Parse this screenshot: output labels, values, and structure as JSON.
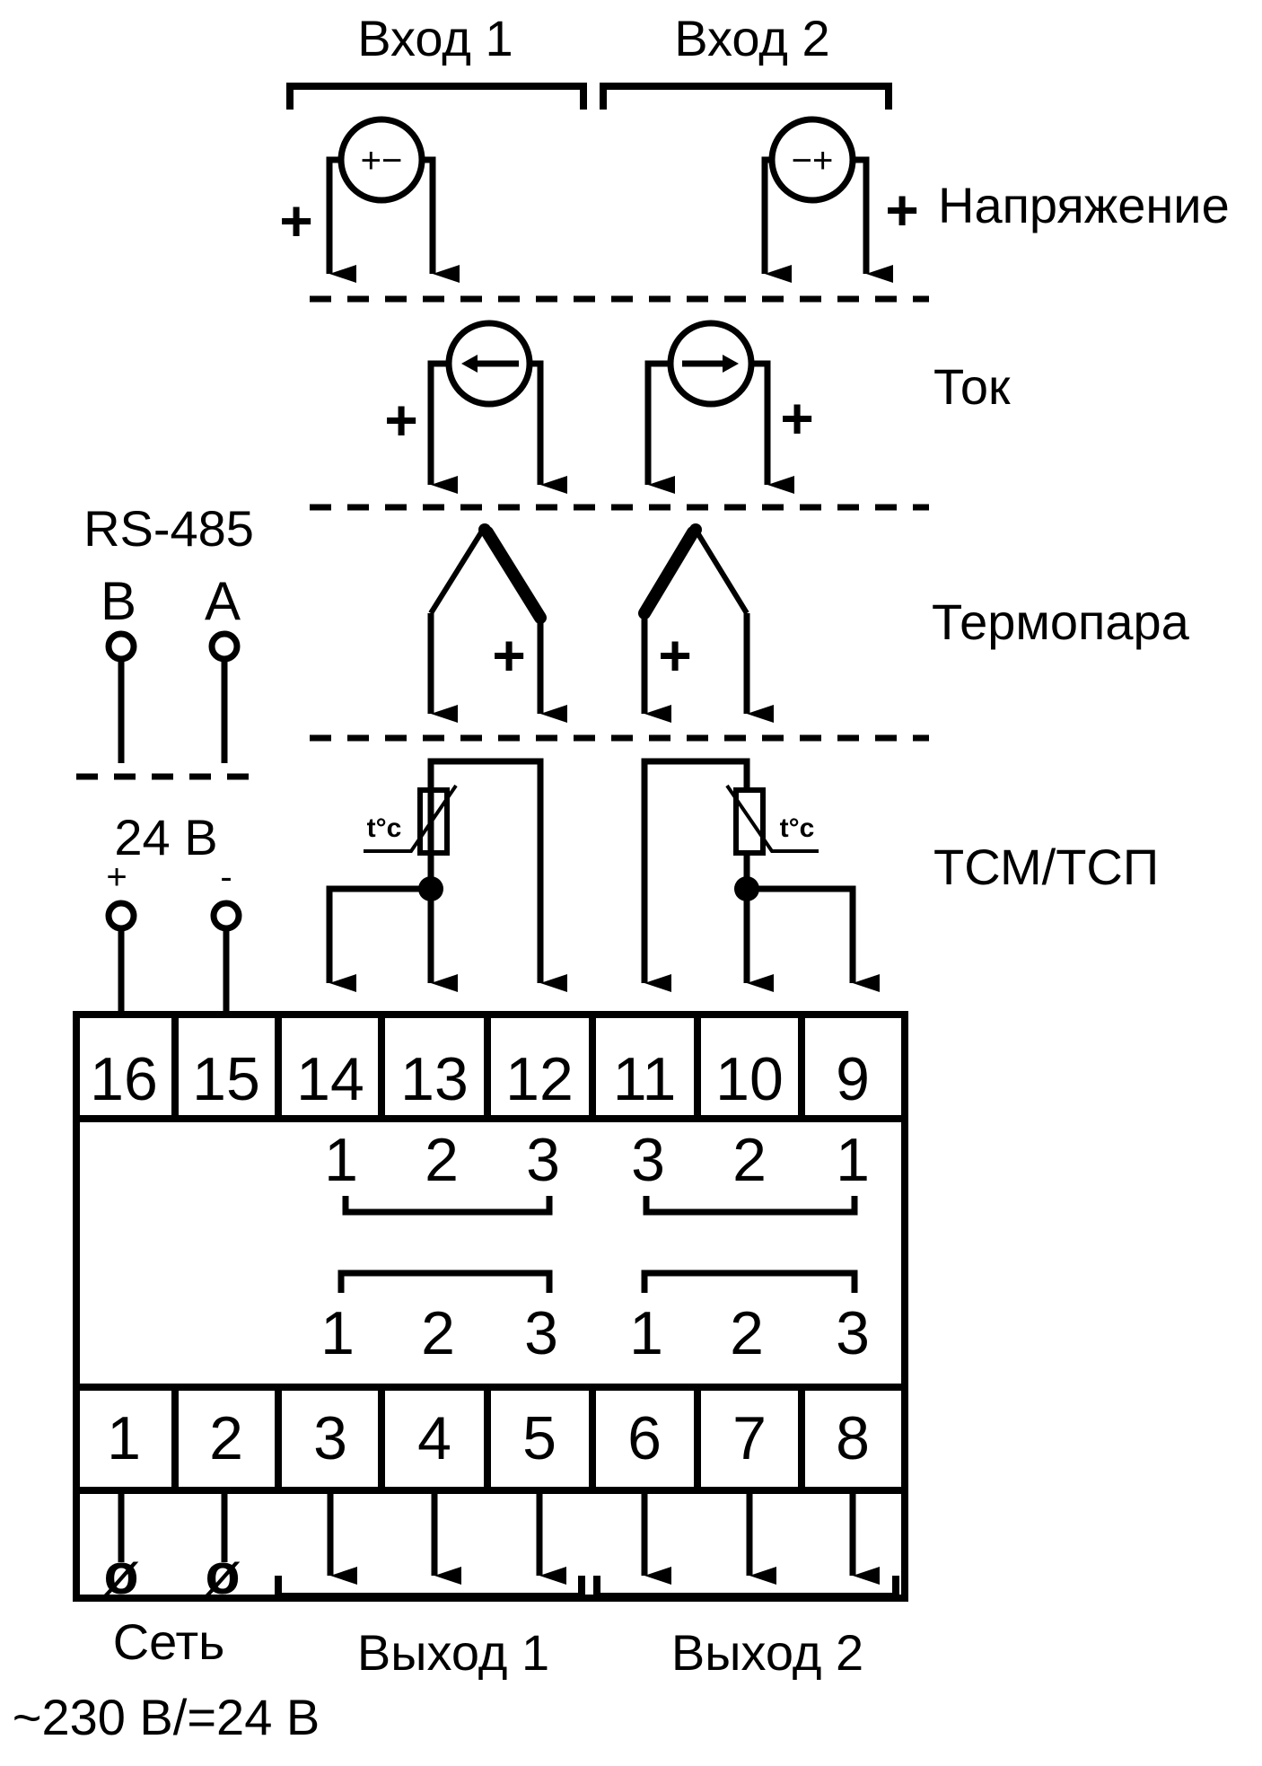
{
  "inputs": {
    "input1_label": "Вход 1",
    "input2_label": "Вход 2"
  },
  "sensor_types": {
    "voltage": "Напряжение",
    "current": "Ток",
    "thermocouple": "Термопара",
    "rtd": "ТСМ/ТСП"
  },
  "rs485": {
    "title": "RS-485",
    "b": "B",
    "a": "A"
  },
  "supply24": {
    "title": "24 В",
    "plus": "+",
    "minus": "-"
  },
  "symbols": {
    "plus": "+",
    "temp": "t°c",
    "meter_in1": "+−",
    "meter_in2": "−+"
  },
  "terminals_top": [
    "16",
    "15",
    "14",
    "13",
    "12",
    "11",
    "10",
    "9"
  ],
  "terminals_bottom": [
    "1",
    "2",
    "3",
    "4",
    "5",
    "6",
    "7",
    "8"
  ],
  "inner_top_left": [
    "1",
    "2",
    "3"
  ],
  "inner_top_right": [
    "3",
    "2",
    "1"
  ],
  "inner_bottom_left": [
    "1",
    "2",
    "3"
  ],
  "inner_bottom_right": [
    "1",
    "2",
    "3"
  ],
  "outputs": {
    "output1_label": "Выход 1",
    "output2_label": "Выход 2"
  },
  "power": {
    "label": "Сеть",
    "spec": "~230 В/=24 В",
    "symbol": "ø"
  }
}
